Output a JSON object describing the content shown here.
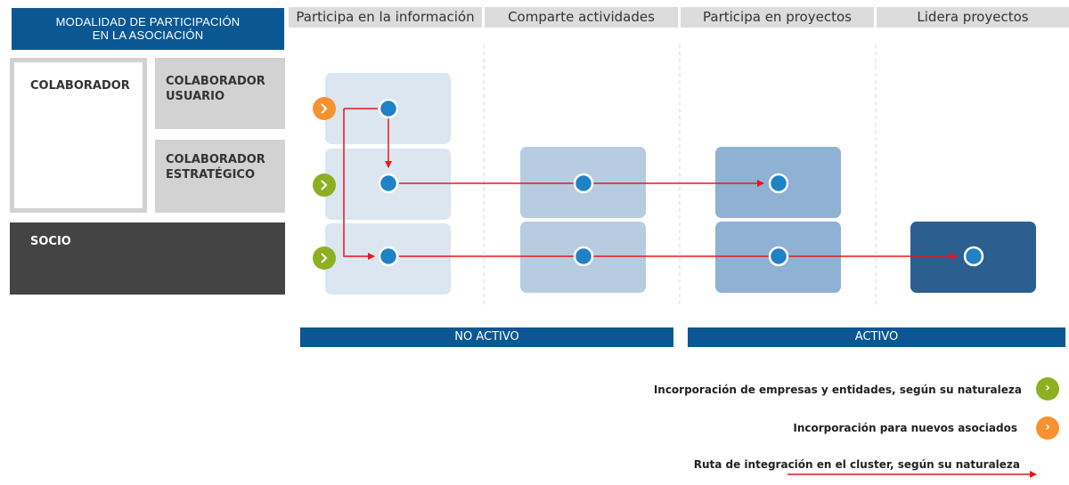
{
  "title": {
    "line1": "MODALIDAD DE PARTICIPACIÓN",
    "line2": "EN LA ASOCIACIÓN"
  },
  "columns": [
    "Participa en la información",
    "Comparte actividades",
    "Participa en proyectos",
    "Lidera proyectos"
  ],
  "categories": {
    "colaborador": "COLABORADOR",
    "colaborador_usuario": [
      "COLABORADOR",
      "USUARIO"
    ],
    "colaborador_estrategico": [
      "COLABORADOR",
      "ESTRATÉGICO"
    ],
    "socio": "SOCIO"
  },
  "status": {
    "inactive": "NO ACTIVO",
    "active": "ACTIVO"
  },
  "legend": {
    "green": "Incorporación de empresas y entidades, según su naturaleza",
    "orange": "Incorporación para nuevos asociados",
    "route": "Ruta de integración en el cluster, según su naturaleza"
  },
  "icons": {
    "entry_marker": "chevron-right-icon"
  },
  "colors": {
    "title_bg": "#0b5794",
    "header_bg": "#dcdcdc",
    "category_gray": "#d2d2d2",
    "socio_bg": "#444444",
    "route_red": "#e8161b",
    "node_blue": "#1f81c6",
    "green": "#8cb021",
    "orange": "#f7922e",
    "level_1": "#dbe6f1",
    "level_2": "#b7cce1",
    "level_3": "#8fb1d3",
    "level_4": "#2b5f8f"
  }
}
